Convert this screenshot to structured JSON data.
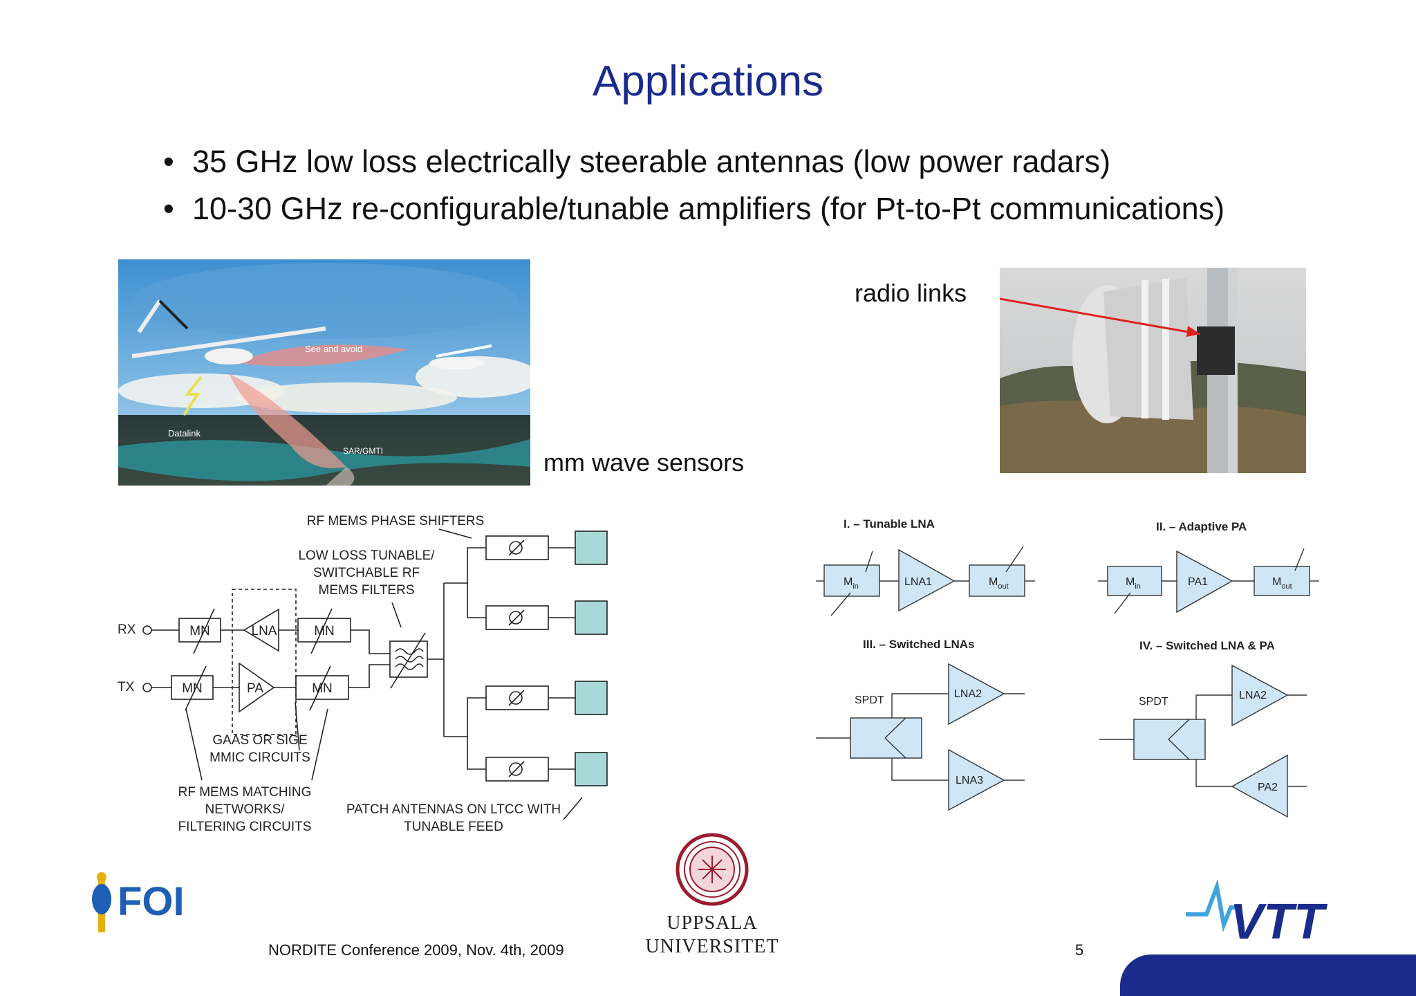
{
  "slide": {
    "title": "Applications",
    "bullets": [
      "35 GHz low loss electrically steerable antennas (low power radars)",
      "10-30 GHz re-configurable/tunable amplifiers (for Pt-to-Pt communications)"
    ],
    "page_number": "5"
  },
  "uav_image": {
    "labels": {
      "see_and_avoid": "See and avoid",
      "datalink": "Datalink",
      "sar": "SAR/GMTI"
    },
    "caption": "mm wave sensors"
  },
  "radio_image": {
    "caption": "radio links"
  },
  "array_diagram": {
    "rx": "RX",
    "tx": "TX",
    "mn": "MN",
    "lna": "LNA",
    "pa": "PA",
    "phase_shifters": "RF MEMS PHASE SHIFTERS",
    "filters": [
      "LOW LOSS TUNABLE/",
      "SWITCHABLE  RF",
      "MEMS FILTERS"
    ],
    "mmic": [
      "GAAS OR SIGE",
      "MMIC CIRCUITS"
    ],
    "matching": [
      "RF MEMS MATCHING",
      "NETWORKS/",
      "FILTERING CIRCUITS"
    ],
    "patch": [
      "PATCH ANTENNAS ON LTCC WITH",
      "TUNABLE FEED"
    ]
  },
  "amp_diagram": {
    "t1": "I. – Tunable LNA",
    "t2": "II. – Adaptive PA",
    "t3": "III. – Switched LNAs",
    "t4": "IV. – Switched LNA & PA",
    "m": "M",
    "in": "in",
    "out": "out",
    "lna1": "LNA1",
    "pa1": "PA1",
    "lna2": "LNA2",
    "lna3": "LNA3",
    "pa2": "PA2",
    "spdt": "SPDT"
  },
  "footer": {
    "conference": "NORDITE Conference 2009, Nov. 4th, 2009",
    "foi": "FOI",
    "uppsala": [
      "UPPSALA",
      "UNIVERSITET"
    ],
    "vtt": "VTT"
  },
  "colors": {
    "title": "#1a2b8c",
    "box_fill": "#cfe6f7",
    "antenna_fill": "#a9d8d8",
    "bar": "#1a2b8c"
  }
}
